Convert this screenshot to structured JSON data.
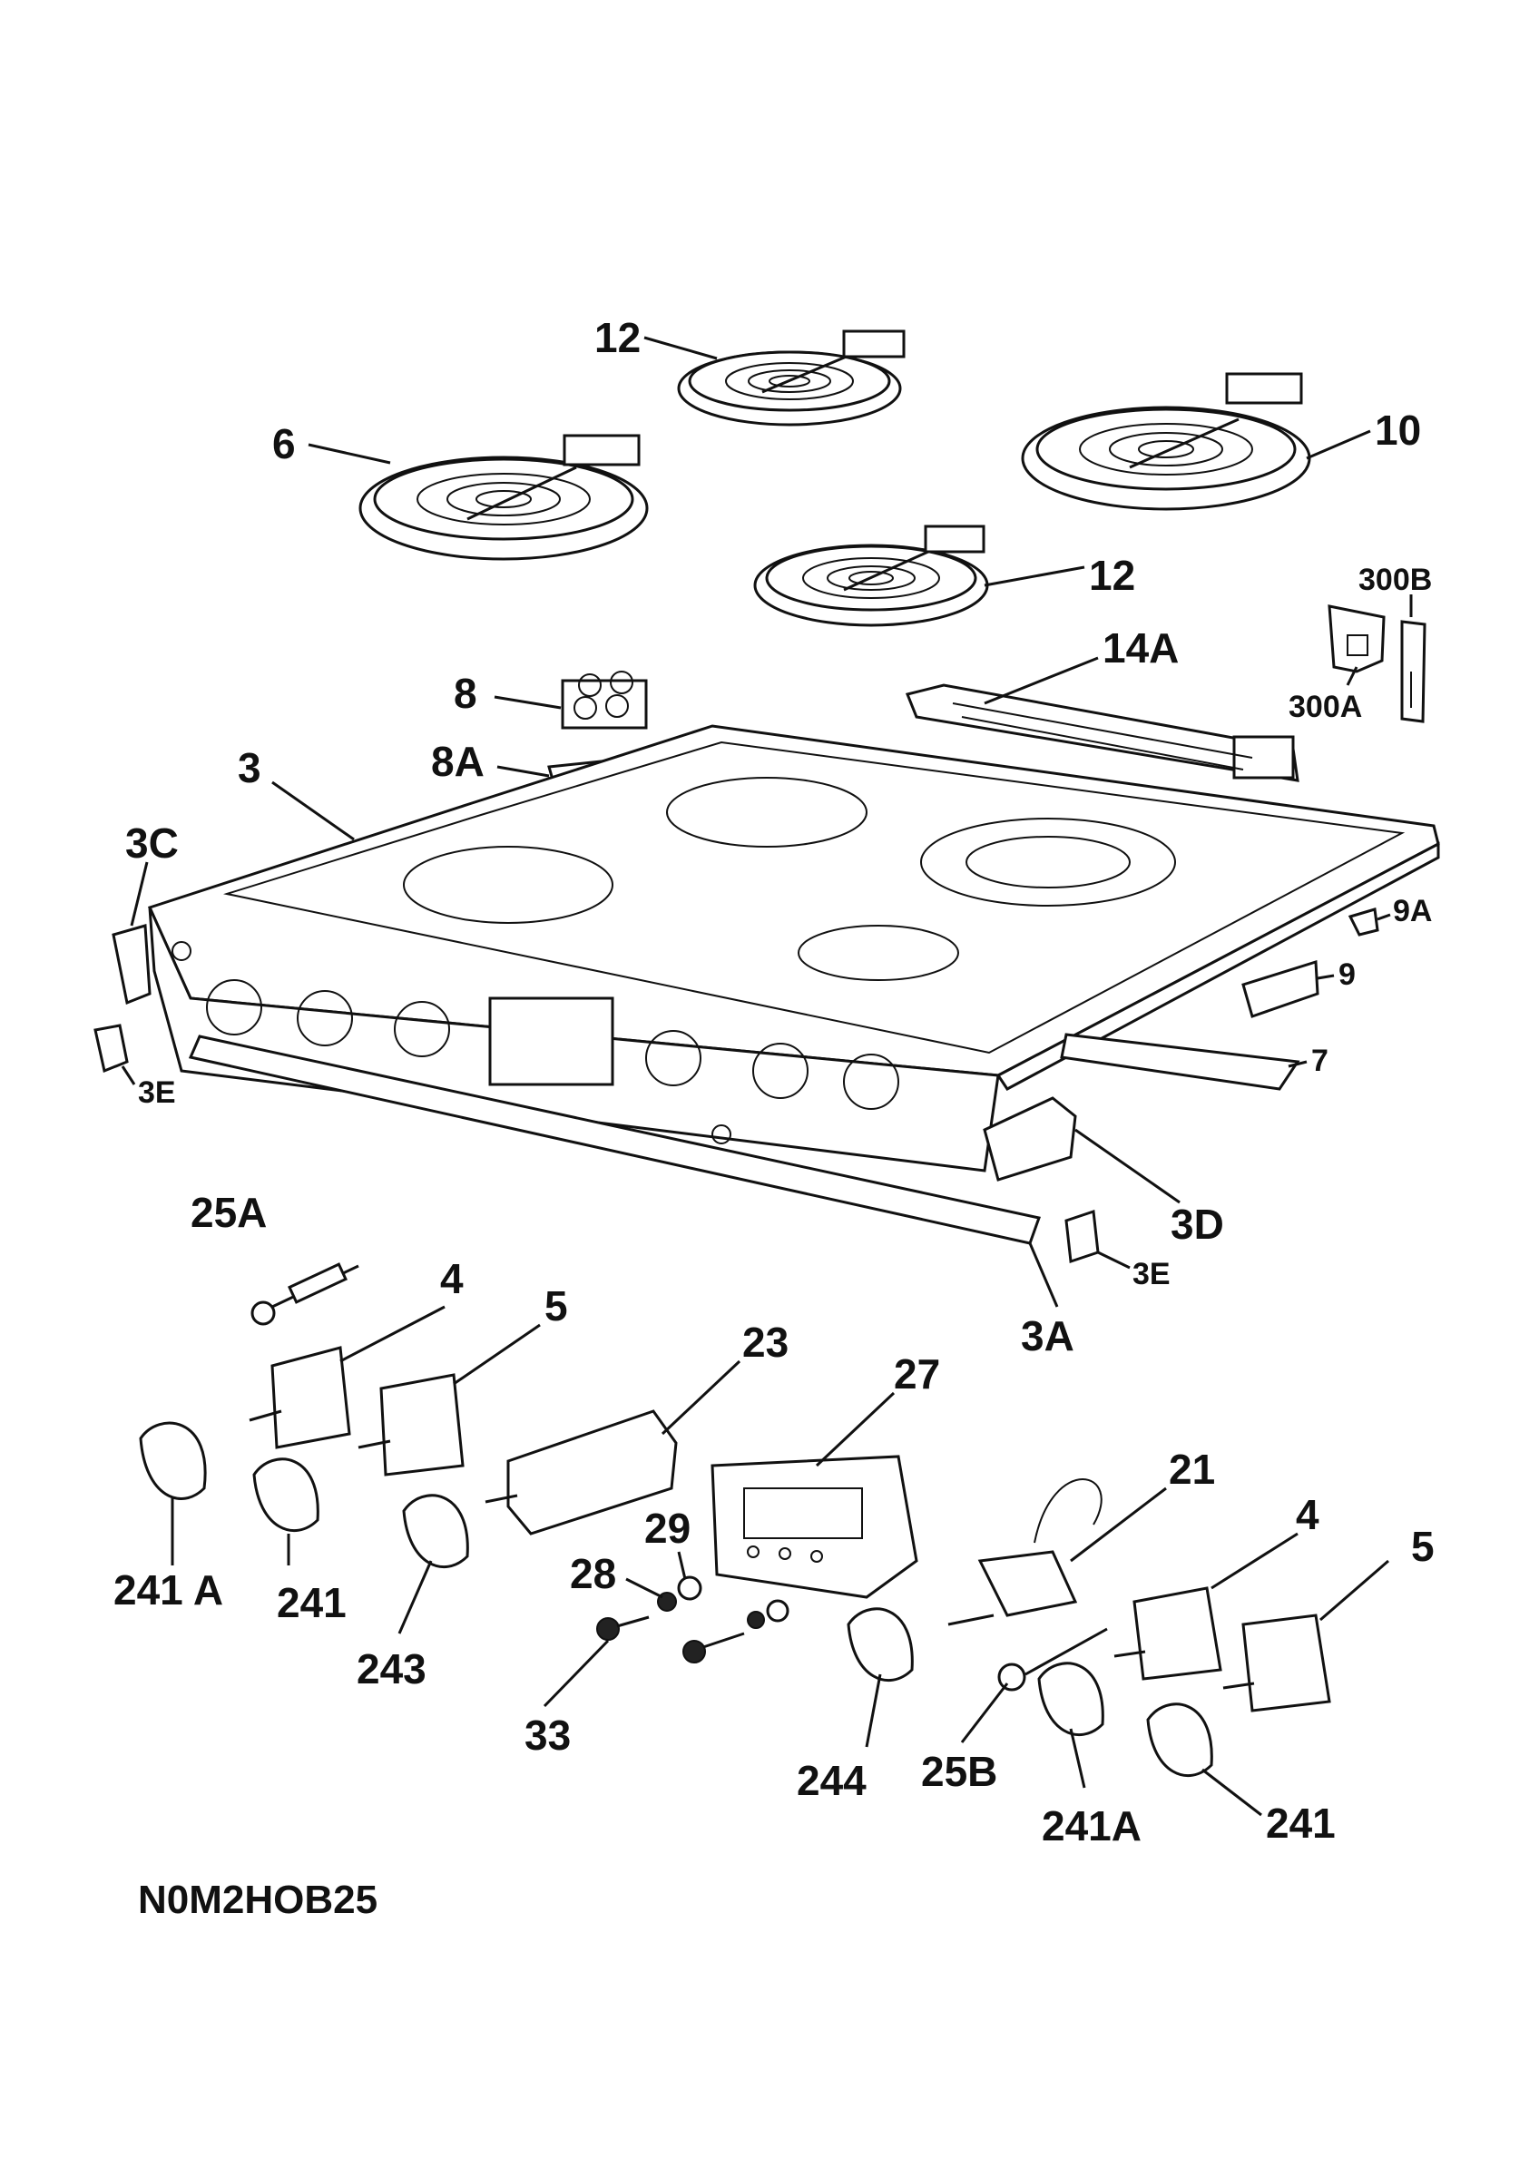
{
  "diagram_code": "N0M2HOB25",
  "labels": [
    {
      "id": "lbl-12a",
      "text": "12"
    },
    {
      "id": "lbl-6",
      "text": "6"
    },
    {
      "id": "lbl-10",
      "text": "10"
    },
    {
      "id": "lbl-12b",
      "text": "12"
    },
    {
      "id": "lbl-300b",
      "text": "300B"
    },
    {
      "id": "lbl-14a",
      "text": "14A"
    },
    {
      "id": "lbl-8",
      "text": "8"
    },
    {
      "id": "lbl-300a",
      "text": "300A"
    },
    {
      "id": "lbl-3",
      "text": "3"
    },
    {
      "id": "lbl-8a",
      "text": "8A"
    },
    {
      "id": "lbl-3c",
      "text": "3C"
    },
    {
      "id": "lbl-9a",
      "text": "9A"
    },
    {
      "id": "lbl-9",
      "text": "9"
    },
    {
      "id": "lbl-3e-left",
      "text": "3E"
    },
    {
      "id": "lbl-7",
      "text": "7"
    },
    {
      "id": "lbl-25a",
      "text": "25A"
    },
    {
      "id": "lbl-3d",
      "text": "3D"
    },
    {
      "id": "lbl-3e-right",
      "text": "3E"
    },
    {
      "id": "lbl-4a",
      "text": "4"
    },
    {
      "id": "lbl-5a",
      "text": "5"
    },
    {
      "id": "lbl-3a",
      "text": "3A"
    },
    {
      "id": "lbl-23",
      "text": "23"
    },
    {
      "id": "lbl-27",
      "text": "27"
    },
    {
      "id": "lbl-21",
      "text": "21"
    },
    {
      "id": "lbl-29",
      "text": "29"
    },
    {
      "id": "lbl-4b",
      "text": "4"
    },
    {
      "id": "lbl-5b",
      "text": "5"
    },
    {
      "id": "lbl-28",
      "text": "28"
    },
    {
      "id": "lbl-241a-left",
      "text": "241 A"
    },
    {
      "id": "lbl-241-left",
      "text": "241"
    },
    {
      "id": "lbl-243",
      "text": "243"
    },
    {
      "id": "lbl-33",
      "text": "33"
    },
    {
      "id": "lbl-244",
      "text": "244"
    },
    {
      "id": "lbl-25b",
      "text": "25B"
    },
    {
      "id": "lbl-241a-right",
      "text": "241A"
    },
    {
      "id": "lbl-241-right",
      "text": "241"
    }
  ]
}
